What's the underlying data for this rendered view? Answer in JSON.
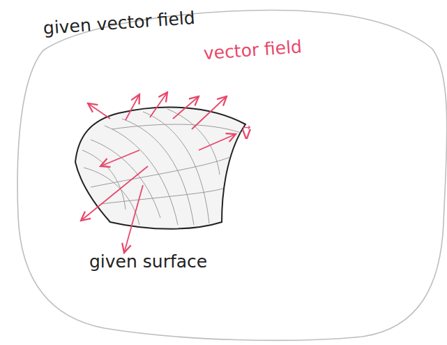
{
  "diagram": {
    "labels": [
      "given vector field",
      "vector field",
      "v⃗",
      "given surface"
    ]
  }
}
